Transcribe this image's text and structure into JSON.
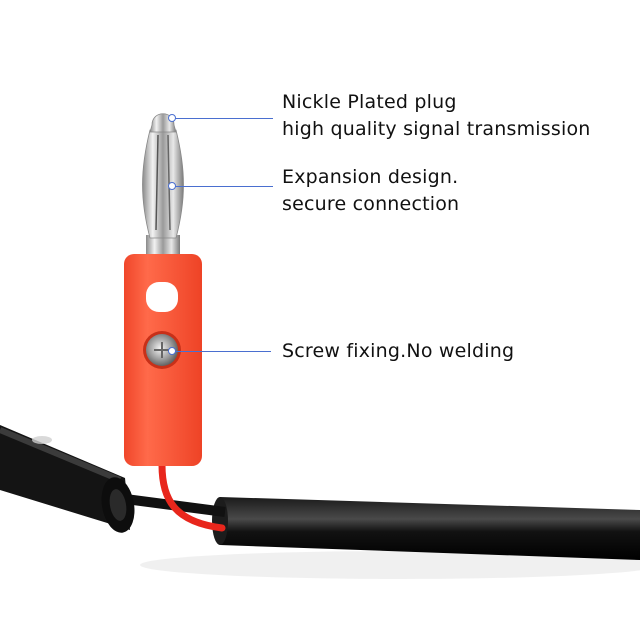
{
  "image": {
    "subject": "banana plug test lead product photo",
    "background_color": "#ffffff",
    "plug_body_color": "#ff4a2e",
    "cable_color": "#111111",
    "wire_color": "#e8261c",
    "leader_line_color": "#4a6fd0"
  },
  "callouts": [
    {
      "line1": "Nickle Plated plug",
      "line2": "high quality signal transmission"
    },
    {
      "line1": "Expansion design.",
      "line2": "secure connection"
    },
    {
      "line1": "Screw fixing.No welding"
    }
  ]
}
